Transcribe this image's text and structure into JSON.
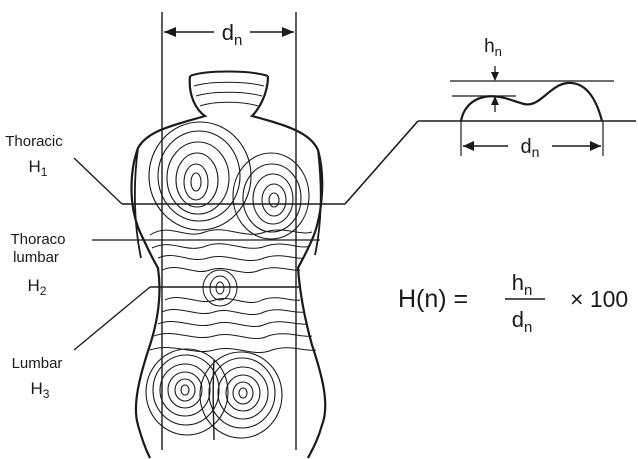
{
  "figure": {
    "top_width_label": {
      "main": "d",
      "sub": "n"
    },
    "profile_height_label": {
      "main": "h",
      "sub": "n"
    },
    "profile_width_label": {
      "main": "d",
      "sub": "n"
    },
    "levels": [
      {
        "name_lines": [
          "Thoracic"
        ],
        "index": {
          "main": "H",
          "sub": "1"
        }
      },
      {
        "name_lines": [
          "Thoraco",
          "lumbar"
        ],
        "index": {
          "main": "H",
          "sub": "2"
        }
      },
      {
        "name_lines": [
          "Lumbar"
        ],
        "index": {
          "main": "H",
          "sub": "3"
        }
      }
    ],
    "formula": {
      "lhs": "H(n) =",
      "numerator": {
        "main": "h",
        "sub": "n"
      },
      "denominator": {
        "main": "d",
        "sub": "n"
      },
      "multiplier": "× 100"
    }
  },
  "colors": {
    "ink": "#1a1a1a",
    "background": "#ffffff"
  },
  "icons": [
    "back-contour-map-illustration"
  ]
}
